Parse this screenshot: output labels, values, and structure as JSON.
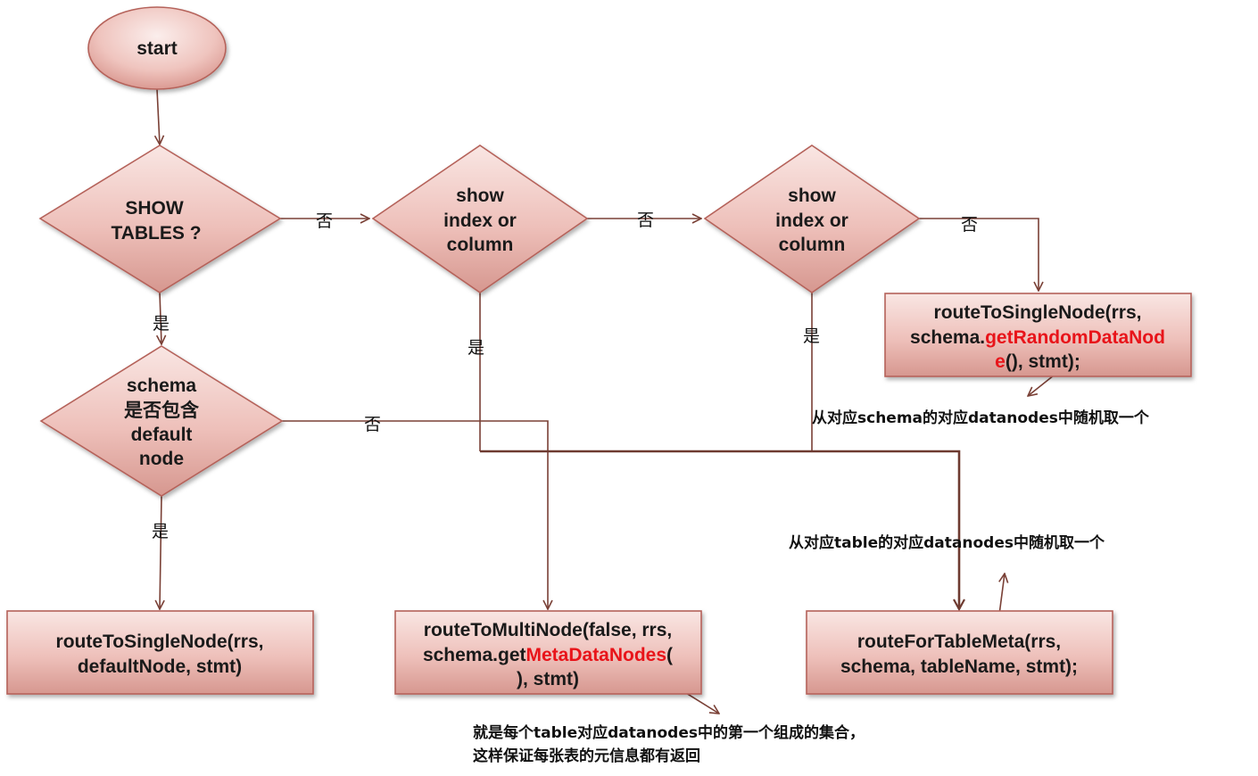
{
  "nodes": {
    "start": {
      "label": "start"
    },
    "show_tables": {
      "line1": "SHOW",
      "line2": "TABLES ?"
    },
    "show_index_1": {
      "line1": "show",
      "line2": "index or",
      "line3": "column"
    },
    "show_index_2": {
      "line1": "show",
      "line2": "index or",
      "line3": "column"
    },
    "schema_default": {
      "line1": "schema",
      "line2": "是否包含",
      "line3": "default",
      "line4": "node"
    },
    "route_single_random": {
      "line1": "routeToSingleNode(rrs,",
      "line2_prefix": "schema.",
      "line2_highlight": "getRandomDataNod",
      "line3_highlight": "e",
      "line3_suffix": "(), stmt);"
    },
    "route_single_default": {
      "line1": "routeToSingleNode(rrs,",
      "line2": "defaultNode, stmt)"
    },
    "route_multi": {
      "line1": "routeToMultiNode(false, rrs,",
      "line2_prefix": "schema.get",
      "line2_highlight": "MetaDataNodes",
      "line2_suffix": "(",
      "line3": "), stmt)"
    },
    "route_table_meta": {
      "line1": "routeForTableMeta(rrs,",
      "line2": "schema, tableName, stmt);"
    }
  },
  "edge_labels": {
    "no_1": "否",
    "no_2": "否",
    "no_3": "否",
    "no_4": "否",
    "yes_1": "是",
    "yes_2": "是",
    "yes_3": "是",
    "yes_4": "是"
  },
  "notes": {
    "random_schema": "从对应schema的对应datanodes中随机取一个",
    "random_table": "从对应table的对应datanodes中随机取一个",
    "meta_line1": "就是每个table对应datanodes中的第一个组成的集合，",
    "meta_line2": "这样保证每张表的元信息都有返回"
  },
  "colors": {
    "shape_fill_light": "#f6dcd8",
    "shape_fill_dark": "#d99e96",
    "shape_border": "#b5625a",
    "connector": "#7a4036",
    "highlight_text": "#e8141a"
  }
}
